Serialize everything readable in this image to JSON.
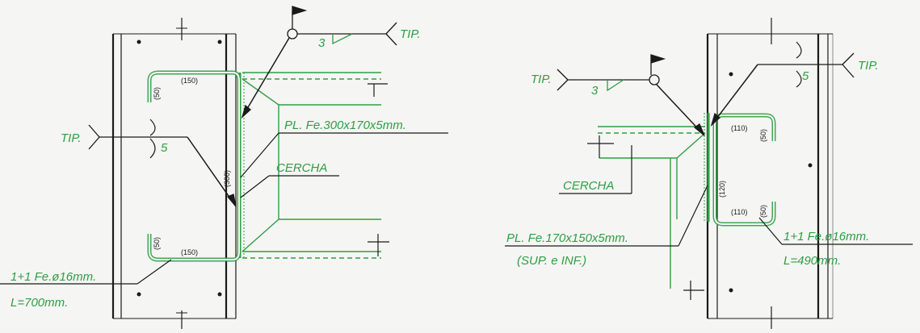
{
  "colors": {
    "paper": "#f5f5f3",
    "black": "#1a1a1a",
    "green": "#2f9e45",
    "gray": "#8a8a8a"
  },
  "left_detail": {
    "weld_flag_note": "TIP.",
    "weld_flag_size": "3",
    "side_weld_note": "TIP.",
    "side_weld_size": "5",
    "plate_label": "PL. Fe.300x170x5mm.",
    "truss_label": "CERCHA",
    "rebar_label_line1": "1+1  Fe.ø16mm.",
    "rebar_label_line2": "L=700mm.",
    "dims": {
      "top_hook": "(150)",
      "top_leg": "(50)",
      "vertical": "(300)",
      "bottom_leg": "(50)",
      "bottom_hook": "(150)"
    }
  },
  "right_detail": {
    "weld_flag_note": "TIP.",
    "weld_flag_size": "3",
    "side_weld_note": "TIP.",
    "side_weld_size": "5",
    "plate_label_line1": "PL. Fe.170x150x5mm.",
    "plate_label_line2": "(SUP. e INF.)",
    "truss_label": "CERCHA",
    "rebar_label_line1": "1+1  Fe.ø16mm.",
    "rebar_label_line2": "L=490mm.",
    "dims": {
      "top_hook": "(110)",
      "top_leg": "(50)",
      "vertical": "(120)",
      "bottom_leg": "(50)",
      "bottom_hook": "(110)"
    }
  }
}
